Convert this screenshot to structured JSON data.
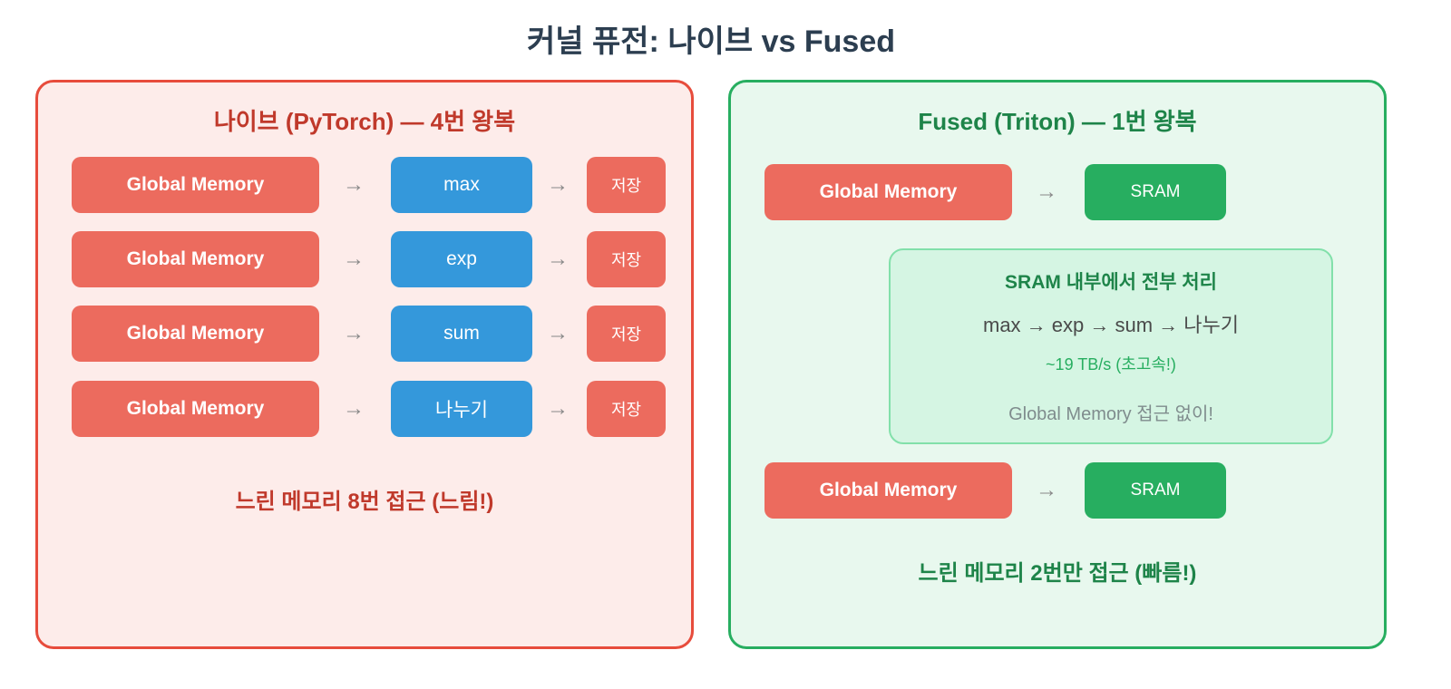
{
  "title": "커널 퓨전: 나이브 vs Fused",
  "naive": {
    "title": "나이브 (PyTorch) — 4번 왕복",
    "arrow": "→",
    "rows": [
      {
        "source": "Global Memory",
        "op": "max",
        "store": "저장"
      },
      {
        "source": "Global Memory",
        "op": "exp",
        "store": "저장"
      },
      {
        "source": "Global Memory",
        "op": "sum",
        "store": "저장"
      },
      {
        "source": "Global Memory",
        "op": "나누기",
        "store": "저장"
      }
    ],
    "footer": "느린 메모리 8번 접근 (느림!)"
  },
  "fused": {
    "title": "Fused (Triton) — 1번 왕복",
    "arrow": "→",
    "top": {
      "source": "Global Memory",
      "target": "SRAM"
    },
    "inner": {
      "heading": "SRAM 내부에서 전부 처리",
      "pipeline": "max → exp → sum → 나누기",
      "speed": "~19 TB/s (초고속!)",
      "note": "Global Memory 접근 없이!"
    },
    "bottom": {
      "source": "Global Memory",
      "target": "SRAM"
    },
    "footer": "느린 메모리 2번만 접근 (빠름!)"
  },
  "colors": {
    "red": "#e74c3c",
    "blue": "#3498db",
    "green": "#27ae60"
  }
}
